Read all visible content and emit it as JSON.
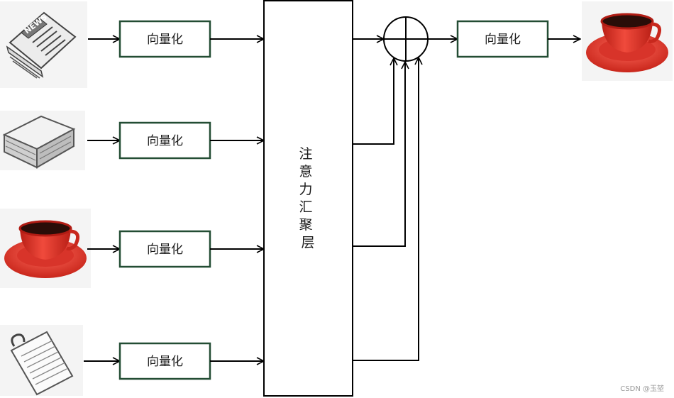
{
  "diagram": {
    "inputs": [
      {
        "icon": "newspaper-icon",
        "label": "向量化"
      },
      {
        "icon": "book-icon",
        "label": "向量化"
      },
      {
        "icon": "coffee-cup-icon",
        "label": "向量化"
      },
      {
        "icon": "notepad-icon",
        "label": "向量化"
      }
    ],
    "attention_label": "注意力汇聚层",
    "sum_node": "plus-circle-icon",
    "output": {
      "label": "向量化",
      "icon": "coffee-cup-icon"
    },
    "watermark": "CSDN @玉堃",
    "colors": {
      "box_border": "#234d34",
      "cup_red": "#e53b2e",
      "line": "#000000"
    }
  }
}
